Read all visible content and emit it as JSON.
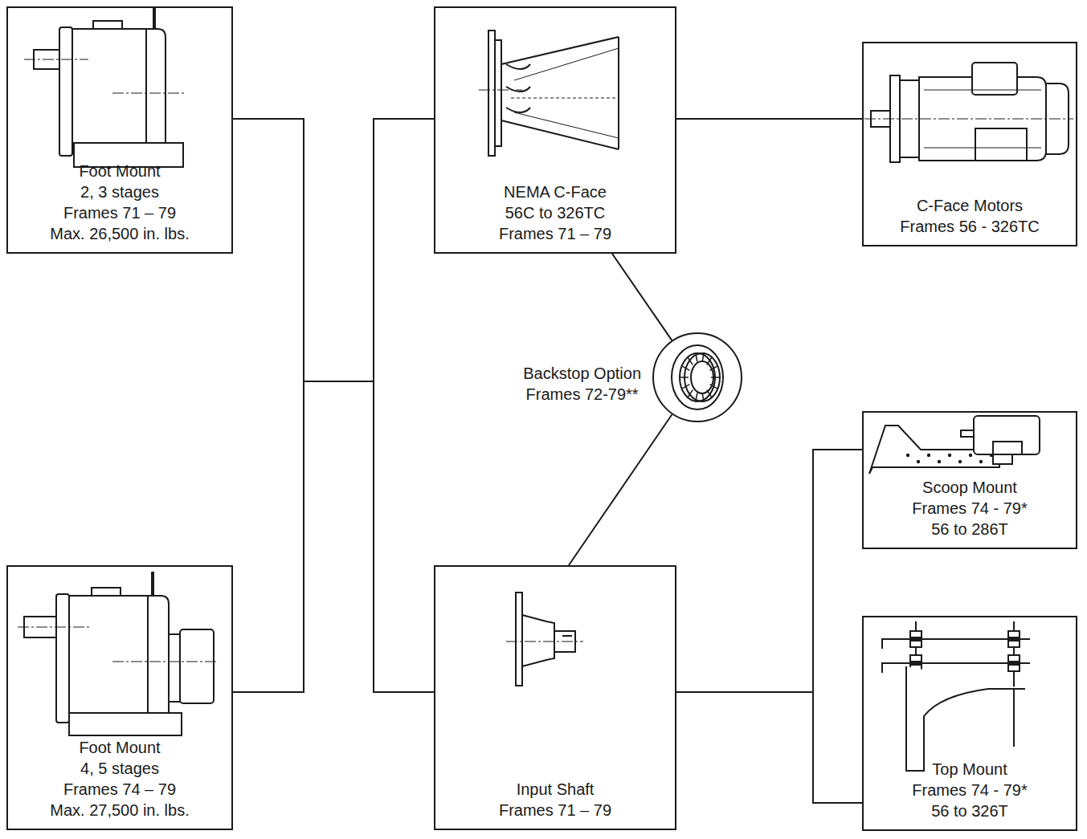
{
  "diagram": {
    "nodes": [
      {
        "text": [
          "Foot Mount",
          "2, 3 stages",
          "Frames 71 – 79",
          "Max. 26,500 in. lbs."
        ]
      },
      {
        "text": [
          "Foot Mount",
          "4, 5 stages",
          "Frames 74 – 79",
          "Max. 27,500 in. lbs."
        ]
      },
      {
        "text": [
          "NEMA C-Face",
          "56C to 326TC",
          "Frames 71 – 79"
        ]
      },
      {
        "text": [
          "C-Face Motors",
          "Frames 56 - 326TC"
        ]
      },
      {
        "text": [
          "Backstop Option",
          "Frames 72-79**"
        ]
      },
      {
        "text": [
          "Input Shaft",
          "Frames 71 – 79"
        ]
      },
      {
        "text": [
          "Scoop Mount",
          "Frames 74 - 79*",
          "56 to 286T"
        ]
      },
      {
        "text": [
          "Top Mount",
          "Frames 74 - 79*",
          "56 to 326T"
        ]
      }
    ],
    "edges": [
      {
        "from": 0,
        "to": 2,
        "arrow": "none"
      },
      {
        "from": 0,
        "to": 5,
        "arrow": "none"
      },
      {
        "from": 1,
        "to": 2,
        "arrow": "none"
      },
      {
        "from": 1,
        "to": 5,
        "arrow": "none"
      },
      {
        "from": 2,
        "to": 3,
        "arrow": "none"
      },
      {
        "from": 2,
        "to": 4,
        "arrow": "none"
      },
      {
        "from": 4,
        "to": 5,
        "arrow": "none"
      },
      {
        "from": 5,
        "to": 6,
        "arrow": "none"
      },
      {
        "from": 5,
        "to": 7,
        "arrow": "none"
      }
    ]
  }
}
